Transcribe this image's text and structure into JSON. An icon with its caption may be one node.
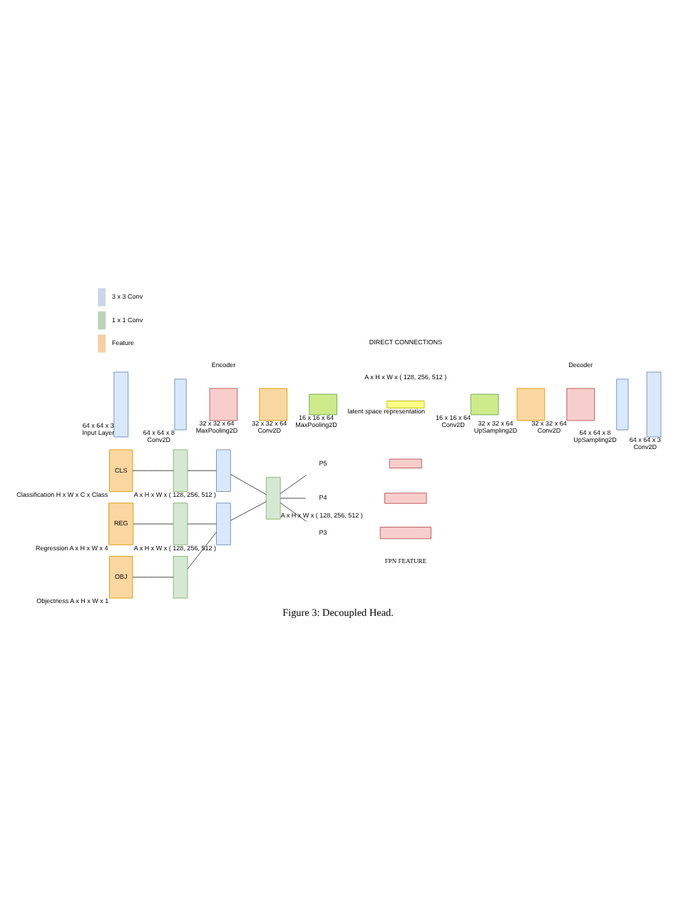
{
  "diagram": {
    "caption": "Figure 3: Decoupled Head.",
    "nodes": [
      {
        "text": [
          "CLS"
        ],
        "beside": [
          "Classification H x W x C x Class"
        ]
      },
      {
        "text": [],
        "shape": "box"
      },
      {
        "text": [],
        "shape": "box",
        "beside": [
          "A x H x W x ( 128, 256, 512 )"
        ]
      },
      {
        "text": [
          "REG"
        ],
        "beside": [
          "Regression A x H x W x 4"
        ]
      },
      {
        "text": [],
        "shape": "box"
      },
      {
        "text": [],
        "shape": "box",
        "beside": [
          "A x H x W x ( 128, 256, 512 )"
        ]
      },
      {
        "text": [
          "OBJ"
        ],
        "beside": [
          "Objectness A x H x W x 1"
        ]
      },
      {
        "text": [],
        "shape": "box"
      },
      {
        "text": [],
        "shape": "box",
        "beside": [
          "A x H x W x ( 128, 256, 512 )"
        ]
      },
      {
        "text": [
          "P5"
        ]
      },
      {
        "text": [
          "P4"
        ]
      },
      {
        "text": [
          "P3"
        ]
      },
      {
        "text": [],
        "shape": "box"
      },
      {
        "text": [],
        "shape": "box"
      },
      {
        "text": [],
        "shape": "box"
      },
      {
        "text": [],
        "shape": "box",
        "beside": [
          "64 x 64 x 3",
          "Input Layer"
        ]
      },
      {
        "text": [],
        "shape": "box",
        "beside": [
          "64 x 64 x 8",
          "Conv2D"
        ]
      },
      {
        "text": [],
        "shape": "box",
        "beside": [
          "32 x 32 x 64",
          "MaxPooling2D"
        ]
      },
      {
        "text": [],
        "shape": "box",
        "beside": [
          "32 x 32 x 64",
          "Conv2D"
        ]
      },
      {
        "text": [],
        "shape": "box",
        "beside": [
          "16 x 16 x 64",
          "MaxPooling2D"
        ]
      },
      {
        "text": [],
        "shape": "box",
        "beside": [
          "latent space representation"
        ]
      },
      {
        "text": [],
        "shape": "box",
        "beside": [
          "16 x 16 x 64",
          "Conv2D"
        ]
      },
      {
        "text": [],
        "shape": "box",
        "beside": [
          "32 x 32 x 64",
          "UpSampling2D"
        ]
      },
      {
        "text": [],
        "shape": "box",
        "beside": [
          "32 x 32 x 64",
          "Conv2D"
        ]
      },
      {
        "text": [],
        "shape": "box",
        "beside": [
          "64 x 64 x 8",
          "UpSampling2D"
        ]
      },
      {
        "text": [],
        "shape": "box",
        "beside": [
          "64 x 64 x 3",
          "Conv2D"
        ]
      }
    ],
    "edges": [
      {
        "from": 0,
        "to": 1,
        "arrow": "none"
      },
      {
        "from": 1,
        "to": 2,
        "arrow": "none"
      },
      {
        "from": 3,
        "to": 4,
        "arrow": "none"
      },
      {
        "from": 6,
        "to": 7,
        "arrow": "none"
      },
      {
        "from": 4,
        "to": 5,
        "arrow": "none"
      },
      {
        "from": 7,
        "to": 5,
        "arrow": "none"
      },
      {
        "from": 2,
        "to": 8,
        "arrow": "none"
      },
      {
        "from": 5,
        "to": 8,
        "arrow": "none"
      },
      {
        "from": 8,
        "to": 9,
        "arrow": "none"
      },
      {
        "from": 8,
        "to": 10,
        "arrow": "none"
      },
      {
        "from": 8,
        "to": 11,
        "arrow": "none"
      }
    ],
    "labels": [
      "FPN FEATURE",
      "A x H x W x ( 128, 256, 512 )",
      "DIRECT CONNECTIONS",
      "Encoder",
      "Decoder"
    ],
    "legend": [
      {
        "text": "3 x 3 Conv",
        "color": "#c9d6ec"
      },
      {
        "text": "1 x 1 Conv",
        "color": "#b9d3b5"
      },
      {
        "text": "Feature",
        "color": "#f5d0a0"
      }
    ]
  }
}
